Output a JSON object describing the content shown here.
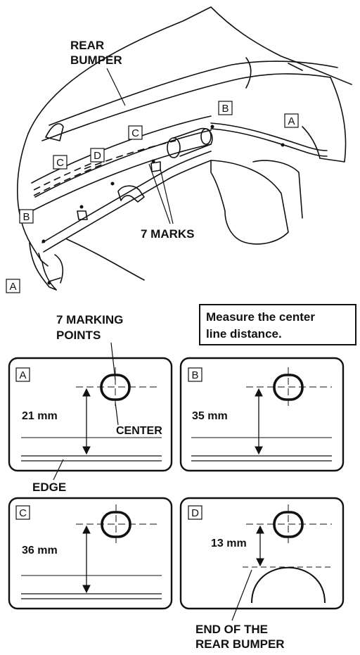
{
  "top": {
    "rear_bumper": [
      "REAR",
      "BUMPER"
    ],
    "seven_marks": "7 MARKS",
    "markers": {
      "a": "A",
      "b": "B",
      "c": "C",
      "d": "D"
    }
  },
  "middle": {
    "marking_points": [
      "7 MARKING",
      "POINTS"
    ],
    "measure_note": [
      "Measure the center",
      "line distance."
    ]
  },
  "panels": {
    "a": {
      "letter": "A",
      "value": "21 mm",
      "center": "CENTER",
      "edge": "EDGE"
    },
    "b": {
      "letter": "B",
      "value": "35 mm"
    },
    "c": {
      "letter": "C",
      "value": "36 mm"
    },
    "d": {
      "letter": "D",
      "value": "13 mm",
      "end_label": [
        "END OF THE",
        "REAR BUMPER"
      ]
    }
  },
  "colors": {
    "ink": "#111111",
    "background": "#ffffff"
  }
}
